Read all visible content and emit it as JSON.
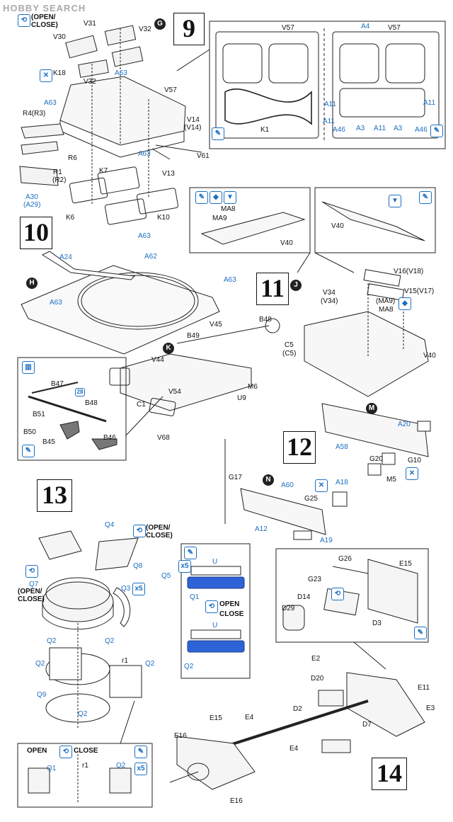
{
  "watermark": "HOBBY SEARCH",
  "steps": {
    "s9": "9",
    "s10": "10",
    "s11": "11",
    "s12": "12",
    "s13": "13",
    "s14": "14"
  },
  "circles": {
    "G": "G",
    "H": "H",
    "J": "J",
    "K": "K",
    "M": "M",
    "N": "N"
  },
  "open_close": {
    "line1": "(OPEN/",
    "line2": "CLOSE)",
    "open": "OPEN",
    "close": "CLOSE"
  },
  "step9": {
    "V30": "V30",
    "V31": "V31",
    "V32a": "V32",
    "V32b": "V32",
    "K18": "K18",
    "A63a": "A63",
    "A63b": "A63",
    "A63c": "A63",
    "V57": "V57",
    "R4": "R4(R3)",
    "V14": "V14",
    "V14p": "(V14)",
    "R6": "R6",
    "R1": "R1",
    "R2": "(R2)",
    "V61": "V61",
    "V13": "V13",
    "K7": "K7",
    "A30": "A30",
    "A29": "(A29)",
    "K6": "K6",
    "K10": "K10"
  },
  "step9_detail": {
    "V57a": "V57",
    "V57b": "V57",
    "A4": "A4",
    "K1": "K1",
    "A11a": "A11",
    "A11b": "A11",
    "A11c": "A11",
    "A11d": "A11",
    "A46a": "A46",
    "A46b": "A46",
    "A3a": "A3",
    "A3b": "A3"
  },
  "step10": {
    "A63a": "A63",
    "A24": "A24",
    "A62": "A62",
    "A63b": "A63",
    "A63c": "A63"
  },
  "step11_left": {
    "MA8": "MA8",
    "MA9": "MA9",
    "V40": "V40"
  },
  "step11_right": {
    "V40": "V40"
  },
  "step11": {
    "V16": "V16(V18)",
    "V15": "V15(V17)",
    "V34": "V34",
    "V34p": "(V34)",
    "MA9": "(MA9)",
    "MA8": "MA8",
    "C5": "C5",
    "C5p": "(C5)",
    "V40": "V40"
  },
  "stepK": {
    "B48": "B48",
    "V45": "V45",
    "B49": "B49",
    "V44": "V44",
    "C1": "C1",
    "V54": "V54",
    "V68": "V68",
    "U9": "U9",
    "M6": "M6"
  },
  "mg_detail": {
    "B47": "B47",
    "B48": "B48",
    "B51": "B51",
    "B50": "B50",
    "B45": "B45",
    "B46": "B46",
    "badge": "28"
  },
  "step12": {
    "A20": "A20",
    "A58": "A58",
    "G20": "G20",
    "G10": "G10",
    "M5": "M5",
    "G17": "G17",
    "A60": "A60",
    "A18": "A18",
    "G25": "G25",
    "A12": "A12",
    "A19": "A19"
  },
  "step13": {
    "Q4": "Q4",
    "Q8": "Q8",
    "Q7": "Q7",
    "Q5": "Q5",
    "Q3": "Q3",
    "Q2a": "Q2",
    "Q2b": "Q2",
    "Q2c": "Q2",
    "Q2d": "Q2",
    "Q2e": "Q2",
    "r1": "r1",
    "Q9": "Q9",
    "x5": "x5"
  },
  "step13_detail": {
    "U1": "U",
    "Q1": "Q1",
    "U2": "U",
    "Q2": "Q2"
  },
  "step13_bottom": {
    "Q1": "Q1",
    "r1": "r1",
    "Q2": "Q2",
    "x5": "x5"
  },
  "step14_detail": {
    "G26": "G26",
    "E15": "E15",
    "G23": "G23",
    "D14": "D14",
    "D29": "D29",
    "D3": "D3"
  },
  "step14": {
    "E2": "E2",
    "D20": "D20",
    "E11": "E11",
    "E3": "E3",
    "D2": "D2",
    "D7": "D7",
    "E15": "E15",
    "E4a": "E4",
    "E4b": "E4",
    "E16a": "E16",
    "E16b": "E16"
  },
  "colors": {
    "accent": "#1d6fc1",
    "ink": "#111111",
    "part_fill": "#2d63d6"
  }
}
